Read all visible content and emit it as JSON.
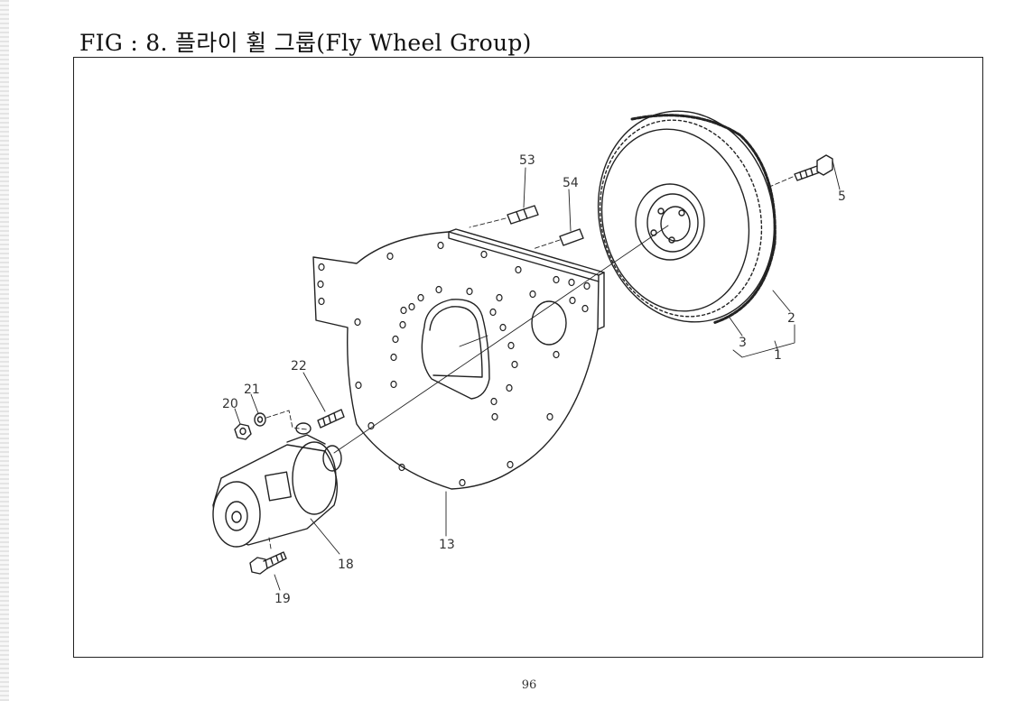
{
  "figure": {
    "title": "FIG : 8. 플라이 휠 그룹(Fly Wheel Group)",
    "page_number": "96"
  },
  "callouts": {
    "c1": "1",
    "c2": "2",
    "c3": "3",
    "c5": "5",
    "c13": "13",
    "c18": "18",
    "c19": "19",
    "c20": "20",
    "c21": "21",
    "c22": "22",
    "c53": "53",
    "c54": "54"
  }
}
